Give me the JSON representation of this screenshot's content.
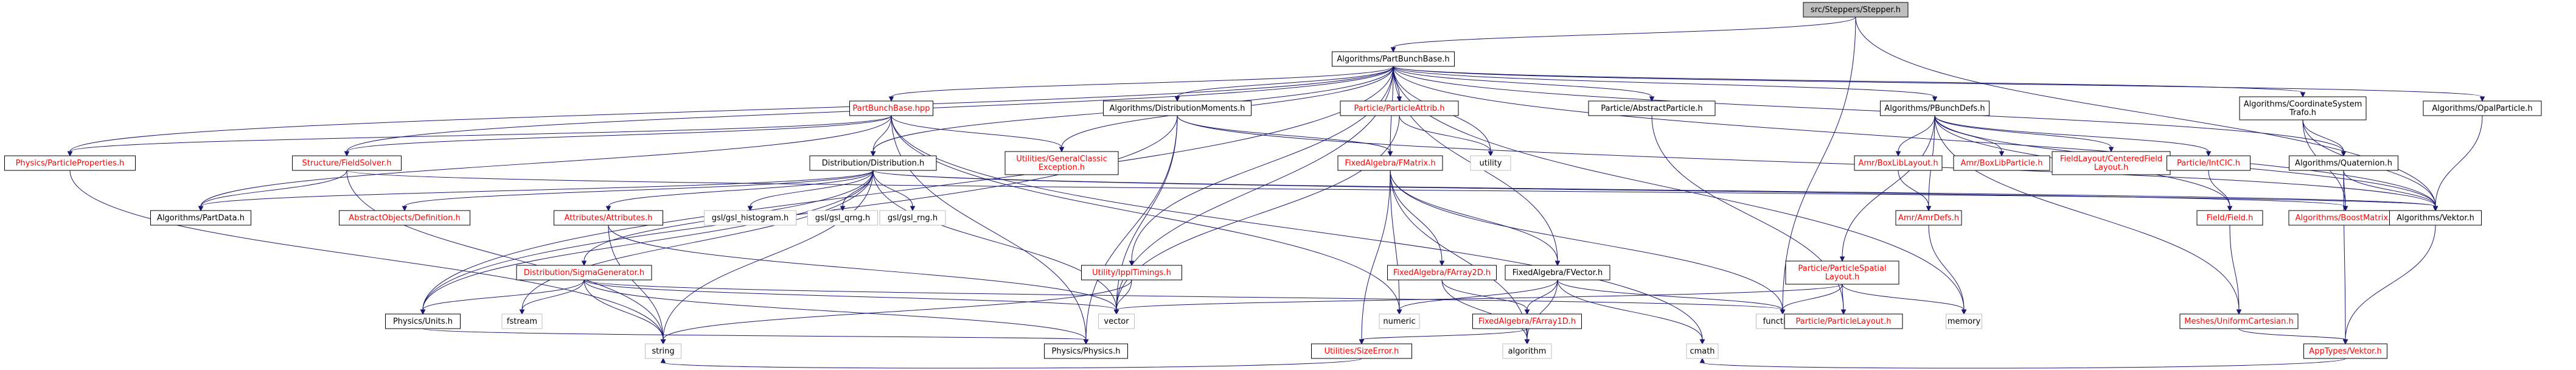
{
  "diagram": {
    "nodes": [
      {
        "id": "root",
        "lines": [
          "src/Steppers/Stepper.h"
        ],
        "style": "root"
      },
      {
        "id": "pbb",
        "lines": [
          "Algorithms/PartBunchBase.h"
        ],
        "style": "plain"
      },
      {
        "id": "pbbhpp",
        "lines": [
          "PartBunchBase.hpp"
        ],
        "style": "red"
      },
      {
        "id": "distmom",
        "lines": [
          "Algorithms/DistributionMoments.h"
        ],
        "style": "plain"
      },
      {
        "id": "pattrib",
        "lines": [
          "Particle/ParticleAttrib.h"
        ],
        "style": "red"
      },
      {
        "id": "abspart",
        "lines": [
          "Particle/AbstractParticle.h"
        ],
        "style": "plain"
      },
      {
        "id": "pbdefs",
        "lines": [
          "Algorithms/PBunchDefs.h"
        ],
        "style": "plain"
      },
      {
        "id": "coordsys",
        "lines": [
          "Algorithms/CoordinateSystem",
          "Trafo.h"
        ],
        "style": "plain"
      },
      {
        "id": "opalpart",
        "lines": [
          "Algorithms/OpalParticle.h"
        ],
        "style": "plain"
      },
      {
        "id": "pprops",
        "lines": [
          "Physics/ParticleProperties.h"
        ],
        "style": "red"
      },
      {
        "id": "fieldsolver",
        "lines": [
          "Structure/FieldSolver.h"
        ],
        "style": "red"
      },
      {
        "id": "distrib",
        "lines": [
          "Distribution/Distribution.h"
        ],
        "style": "plain"
      },
      {
        "id": "genexc",
        "lines": [
          "Utilities/GeneralClassic",
          "Exception.h"
        ],
        "style": "red"
      },
      {
        "id": "fmatrix",
        "lines": [
          "FixedAlgebra/FMatrix.h"
        ],
        "style": "red"
      },
      {
        "id": "utility",
        "lines": [
          "utility"
        ],
        "style": "missing"
      },
      {
        "id": "amrboxlib",
        "lines": [
          "Amr/BoxLibLayout.h"
        ],
        "style": "red"
      },
      {
        "id": "amrboxlibpart",
        "lines": [
          "Amr/BoxLibParticle.h"
        ],
        "style": "red"
      },
      {
        "id": "fieldlayout",
        "lines": [
          "FieldLayout/CenteredField",
          "Layout.h"
        ],
        "style": "red"
      },
      {
        "id": "intcic",
        "lines": [
          "Particle/IntCIC.h"
        ],
        "style": "red"
      },
      {
        "id": "quaternion",
        "lines": [
          "Algorithms/Quaternion.h"
        ],
        "style": "plain"
      },
      {
        "id": "partdata",
        "lines": [
          "Algorithms/PartData.h"
        ],
        "style": "plain"
      },
      {
        "id": "absobjdef",
        "lines": [
          "AbstractObjects/Definition.h"
        ],
        "style": "red"
      },
      {
        "id": "attributes",
        "lines": [
          "Attributes/Attributes.h"
        ],
        "style": "red"
      },
      {
        "id": "gslhist",
        "lines": [
          "gsl/gsl_histogram.h"
        ],
        "style": "missing"
      },
      {
        "id": "gslqrng",
        "lines": [
          "gsl/gsl_qrng.h"
        ],
        "style": "missing"
      },
      {
        "id": "gslrng",
        "lines": [
          "gsl/gsl_rng.h"
        ],
        "style": "missing"
      },
      {
        "id": "sigmagen",
        "lines": [
          "Distribution/SigmaGenerator.h"
        ],
        "style": "red"
      },
      {
        "id": "opaltimings",
        "lines": [
          "Utility/IpplTimings.h"
        ],
        "style": "red"
      },
      {
        "id": "farray2d",
        "lines": [
          "FixedAlgebra/FArray2D.h"
        ],
        "style": "red"
      },
      {
        "id": "fvector",
        "lines": [
          "FixedAlgebra/FVector.h"
        ],
        "style": "plain"
      },
      {
        "id": "pspatial",
        "lines": [
          "Particle/ParticleSpatial",
          "Layout.h"
        ],
        "style": "red"
      },
      {
        "id": "amrdefs",
        "lines": [
          "Amr/AmrDefs.h"
        ],
        "style": "red"
      },
      {
        "id": "field",
        "lines": [
          "Field/Field.h"
        ],
        "style": "red"
      },
      {
        "id": "boostmatrix",
        "lines": [
          "Algorithms/BoostMatrix.h"
        ],
        "style": "red"
      },
      {
        "id": "vektor",
        "lines": [
          "Algorithms/Vektor.h"
        ],
        "style": "plain"
      },
      {
        "id": "units",
        "lines": [
          "Physics/Units.h"
        ],
        "style": "plain"
      },
      {
        "id": "fstream",
        "lines": [
          "fstream"
        ],
        "style": "missing"
      },
      {
        "id": "vector",
        "lines": [
          "vector"
        ],
        "style": "missing"
      },
      {
        "id": "numeric",
        "lines": [
          "numeric"
        ],
        "style": "missing"
      },
      {
        "id": "farray1d",
        "lines": [
          "FixedAlgebra/FArray1D.h"
        ],
        "style": "red"
      },
      {
        "id": "functional",
        "lines": [
          "functional"
        ],
        "style": "missing"
      },
      {
        "id": "playout",
        "lines": [
          "Particle/ParticleLayout.h"
        ],
        "style": "red"
      },
      {
        "id": "memory",
        "lines": [
          "memory"
        ],
        "style": "missing"
      },
      {
        "id": "meshes",
        "lines": [
          "Meshes/UniformCartesian.h"
        ],
        "style": "red"
      },
      {
        "id": "physics",
        "lines": [
          "Physics/Physics.h"
        ],
        "style": "plain"
      },
      {
        "id": "sizeerror",
        "lines": [
          "Utilities/SizeError.h"
        ],
        "style": "red"
      },
      {
        "id": "algorithm",
        "lines": [
          "algorithm"
        ],
        "style": "missing"
      },
      {
        "id": "apptypes",
        "lines": [
          "AppTypes/Vektor.h"
        ],
        "style": "red"
      },
      {
        "id": "string",
        "lines": [
          "string"
        ],
        "style": "missing"
      },
      {
        "id": "cmath",
        "lines": [
          "cmath"
        ],
        "style": "missing"
      }
    ],
    "edges": [
      [
        "root",
        "pbb"
      ],
      [
        "root",
        "functional"
      ],
      [
        "root",
        "vektor"
      ],
      [
        "pbb",
        "pbbhpp"
      ],
      [
        "pbb",
        "distmom"
      ],
      [
        "pbb",
        "pattrib"
      ],
      [
        "pbb",
        "abspart"
      ],
      [
        "pbb",
        "pbdefs"
      ],
      [
        "pbb",
        "coordsys"
      ],
      [
        "pbb",
        "opalpart"
      ],
      [
        "pbb",
        "pprops"
      ],
      [
        "pbb",
        "fieldsolver"
      ],
      [
        "pbb",
        "distrib"
      ],
      [
        "pbb",
        "genexc"
      ],
      [
        "pbb",
        "fmatrix"
      ],
      [
        "pbb",
        "utility"
      ],
      [
        "pbb",
        "quaternion"
      ],
      [
        "pbb",
        "units"
      ],
      [
        "pbb",
        "opaltimings"
      ],
      [
        "pbb",
        "fvector"
      ],
      [
        "pbb",
        "vector"
      ],
      [
        "pbb",
        "vektor"
      ],
      [
        "pbb",
        "memory"
      ],
      [
        "pbbhpp",
        "pprops"
      ],
      [
        "pbbhpp",
        "fieldsolver"
      ],
      [
        "pbbhpp",
        "distrib"
      ],
      [
        "pbbhpp",
        "genexc"
      ],
      [
        "pbbhpp",
        "partdata"
      ],
      [
        "pbbhpp",
        "physics"
      ],
      [
        "pbbhpp",
        "numeric"
      ],
      [
        "pbbhpp",
        "cmath"
      ],
      [
        "distmom",
        "fmatrix"
      ],
      [
        "distmom",
        "vector"
      ],
      [
        "distmom",
        "physics"
      ],
      [
        "distmom",
        "vektor"
      ],
      [
        "distmom",
        "units"
      ],
      [
        "pattrib",
        "utility"
      ],
      [
        "pattrib",
        "vector"
      ],
      [
        "abspart",
        "playout"
      ],
      [
        "pbdefs",
        "amrboxlib"
      ],
      [
        "pbdefs",
        "amrboxlibpart"
      ],
      [
        "pbdefs",
        "fieldlayout"
      ],
      [
        "pbdefs",
        "intcic"
      ],
      [
        "pbdefs",
        "pspatial"
      ],
      [
        "pbdefs",
        "field"
      ],
      [
        "pbdefs",
        "meshes"
      ],
      [
        "pbdefs",
        "vektor"
      ],
      [
        "pbdefs",
        "amrdefs"
      ],
      [
        "coordsys",
        "quaternion"
      ],
      [
        "coordsys",
        "boostmatrix"
      ],
      [
        "coordsys",
        "vektor"
      ],
      [
        "opalpart",
        "vektor"
      ],
      [
        "pprops",
        "string"
      ],
      [
        "fieldsolver",
        "partdata"
      ],
      [
        "fieldsolver",
        "string"
      ],
      [
        "fieldsolver",
        "vektor"
      ],
      [
        "distrib",
        "partdata"
      ],
      [
        "distrib",
        "absobjdef"
      ],
      [
        "distrib",
        "attributes"
      ],
      [
        "distrib",
        "gslhist"
      ],
      [
        "distrib",
        "gslqrng"
      ],
      [
        "distrib",
        "gslrng"
      ],
      [
        "distrib",
        "sigmagen"
      ],
      [
        "distrib",
        "units"
      ],
      [
        "distrib",
        "fstream"
      ],
      [
        "distrib",
        "vector"
      ],
      [
        "distrib",
        "string"
      ],
      [
        "distrib",
        "boostmatrix"
      ],
      [
        "distrib",
        "vektor"
      ],
      [
        "fmatrix",
        "farray2d"
      ],
      [
        "fmatrix",
        "fvector"
      ],
      [
        "fmatrix",
        "sizeerror"
      ],
      [
        "fmatrix",
        "numeric"
      ],
      [
        "fmatrix",
        "algorithm"
      ],
      [
        "fmatrix",
        "functional"
      ],
      [
        "amrboxlib",
        "amrdefs"
      ],
      [
        "intcic",
        "field"
      ],
      [
        "quaternion",
        "vektor"
      ],
      [
        "quaternion",
        "boostmatrix"
      ],
      [
        "quaternion",
        "apptypes"
      ],
      [
        "attributes",
        "string"
      ],
      [
        "attributes",
        "vector"
      ],
      [
        "sigmagen",
        "units"
      ],
      [
        "sigmagen",
        "physics"
      ],
      [
        "sigmagen",
        "vector"
      ],
      [
        "sigmagen",
        "string"
      ],
      [
        "sigmagen",
        "functional"
      ],
      [
        "sigmagen",
        "fstream"
      ],
      [
        "opaltimings",
        "vector"
      ],
      [
        "opaltimings",
        "string"
      ],
      [
        "farray2d",
        "farray1d"
      ],
      [
        "farray2d",
        "algorithm"
      ],
      [
        "fvector",
        "farray1d"
      ],
      [
        "fvector",
        "numeric"
      ],
      [
        "fvector",
        "algorithm"
      ],
      [
        "fvector",
        "functional"
      ],
      [
        "fvector",
        "cmath"
      ],
      [
        "pspatial",
        "playout"
      ],
      [
        "pspatial",
        "vector"
      ],
      [
        "pspatial",
        "functional"
      ],
      [
        "pspatial",
        "memory"
      ],
      [
        "amrdefs",
        "memory"
      ],
      [
        "field",
        "meshes"
      ],
      [
        "vektor",
        "apptypes"
      ],
      [
        "units",
        "physics"
      ],
      [
        "farray1d",
        "algorithm"
      ],
      [
        "farray1d",
        "sizeerror"
      ],
      [
        "meshes",
        "apptypes"
      ],
      [
        "sizeerror",
        "string"
      ],
      [
        "apptypes",
        "cmath"
      ]
    ]
  }
}
